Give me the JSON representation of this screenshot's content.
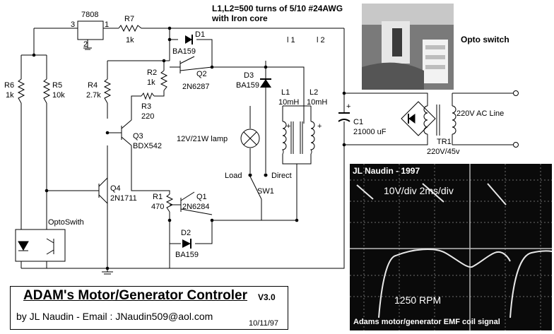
{
  "header": {
    "coil_spec_line1": "L1,L2=500 turns of 5/10 #24AWG",
    "coil_spec_line2": "with Iron core",
    "photo_label": "Opto switch"
  },
  "components": {
    "regulator": "7808",
    "reg_pin_in": "3",
    "reg_pin_out": "1",
    "reg_pin_gnd": "2",
    "r7_name": "R7",
    "r7_value": "1k",
    "d1_name": "D1",
    "d1_part": "BA159",
    "r2_name": "R2",
    "r2_value": "1k",
    "q2_name": "Q2",
    "q2_part": "2N6287",
    "r4_name": "R4",
    "r4_value": "2.7k",
    "r3_name": "R3",
    "r3_value": "220",
    "q3_name": "Q3",
    "q3_part": "BDX542",
    "r6_name": "R6",
    "r6_value": "1k",
    "r5_name": "R5",
    "r5_value": "10k",
    "q4_name": "Q4",
    "q4_part": "2N1711",
    "opto_name": "OptoSwith",
    "d3_name": "D3",
    "d3_part": "BA159",
    "lamp_label": "12V/21W lamp",
    "l1_top": "l 1",
    "l2_top": "l 2",
    "l1_name": "L1",
    "l1_value": "10mH",
    "l2_name": "L2",
    "l2_value": "10mH",
    "c1_name": "C1",
    "c1_value": "21000 uF",
    "c1_plus": "+",
    "tr1_name": "TR1",
    "tr1_value": "220V/45v",
    "ac_label": "220V AC Line",
    "load_label": "Load",
    "direct_label": "Direct",
    "sw1_name": "SW1",
    "r1_name": "R1",
    "r1_value": "470",
    "q1_name": "Q1",
    "q1_part": "2N6284",
    "d2_name": "D2",
    "d2_part": "BA159"
  },
  "scope": {
    "author": "JL Naudin - 1997",
    "scale": "10V/div  2ms/div",
    "rpm": "1250 RPM",
    "caption": "Adams motor/generator EMF coil signal"
  },
  "title_block": {
    "title": "ADAM's Motor/Generator Controler",
    "version": "V3.0",
    "byline": "by JL Naudin - Email :  JNaudin509@aol.com",
    "date": "10/11/97"
  }
}
